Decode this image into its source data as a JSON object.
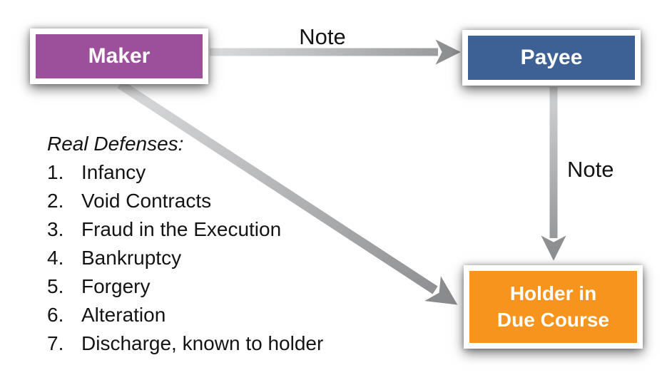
{
  "diagram": {
    "title": "Maker / Payee / Holder in Due Course note flow",
    "nodes": {
      "maker": {
        "label": "Maker",
        "color": "#9C4F9B"
      },
      "payee": {
        "label": "Payee",
        "color": "#3D6194"
      },
      "holder": {
        "label_line1": "Holder in",
        "label_line2": "Due Course",
        "color": "#F7941E"
      }
    },
    "edges": {
      "maker_to_payee": {
        "label": "Note",
        "style": "gray-gradient-arrow"
      },
      "payee_to_holder": {
        "label": "Note",
        "style": "gray-gradient-arrow"
      },
      "maker_to_holder": {
        "label": "",
        "style": "gray-gradient-arrow"
      }
    },
    "defenses": {
      "title": "Real Defenses:",
      "items": [
        {
          "num": "1.",
          "text": "Infancy"
        },
        {
          "num": "2.",
          "text": "Void Contracts"
        },
        {
          "num": "3.",
          "text": "Fraud in the Execution"
        },
        {
          "num": "4.",
          "text": "Bankruptcy"
        },
        {
          "num": "5.",
          "text": "Forgery"
        },
        {
          "num": "6.",
          "text": "Alteration"
        },
        {
          "num": "7.",
          "text": "Discharge, known to holder"
        }
      ]
    },
    "colors": {
      "background": "#FFFFFF",
      "node_frame": "#FFFFFF",
      "arrow_light": "#D8D9DA",
      "arrow_dark": "#8E8F91",
      "text": "#141414"
    }
  }
}
